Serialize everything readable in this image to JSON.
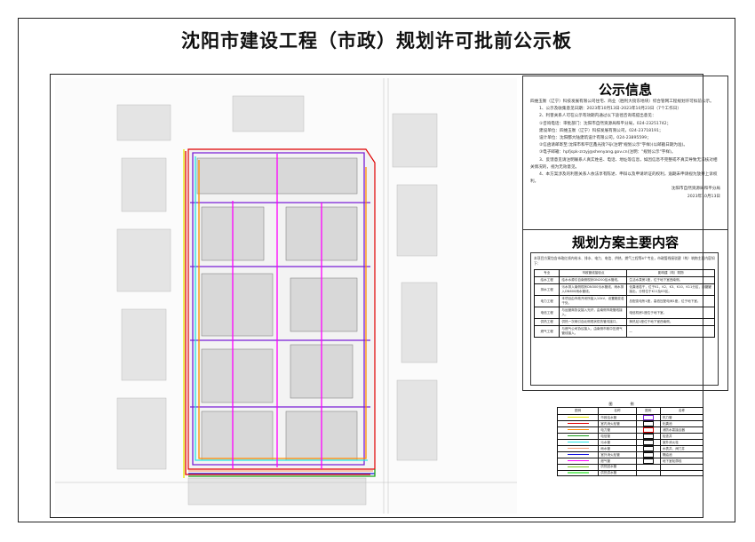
{
  "title": "沈阳市建设工程（市政）规划许可批前公示板",
  "notice": {
    "heading": "公示信息",
    "intro": "四维玉衡（辽宁）科技发展有限公司住宅、商业（胜利大街东地块）综合管网工程规划许可拟前公示。",
    "item1": "1、公示及收集意见日期：2023年10月13日-2023年10月23日（7个工作日）",
    "item2": "2、利害关系人可在公示有效期内通过以下途径咨询或提出意见：",
    "phone1": "①咨询电话：审批部门：沈阳市自然资源局和平分局，024-23251742；",
    "phone2": "建设单位：四维玉衡（辽宁）科技发展有限公司，024-23718191；",
    "phone3": "设计单位：沈阳都大陆建筑设计有限公司，024-23895599；",
    "mail": "②信函请邮寄至:沈阳市和平区鑫光街7号(注明\"规划公示\"字样)(以邮戳日期为准)。",
    "email": "③电子邮箱：hpfjspk-zrzyj@shenyang.gov.cn(注明：\"规划公示\"字样)。",
    "item3": "3、反馈意见请注明联系人真实姓名、电话、地址等信息，如因信息不完整或不真实导致无法核对相关情况的，视为无效意见。",
    "item4": "4、本方案涉及的利害关系人依法享有陈述、申辩以及申请听证的权利，逾期未申请视为放弃上诉权利。",
    "signer": "沈阳市自然资源局和平分局",
    "date": "2023年10月13日"
  },
  "plan": {
    "heading": "规划方案主要内容",
    "intro": "本项目方案包含市政红线内给水、排水、电力、电信、供热、燃气工程等6个专业，市政管线接驳建（构）筑物主要内容如下：",
    "headers": [
      "专业",
      "市政管线接驳点",
      "影响建（构）筑物"
    ],
    "rows": [
      {
        "name": "给水工程",
        "point": "给水水源引自南侧现状DN200给水管线。",
        "impact": "生活水泵房1座，位于地下室西南侧。"
      },
      {
        "name": "排水工程",
        "point": "污水排入南侧现状DN300污水管线，雨水排入DN600雨水管线。",
        "impact": "化粪池若干，位于K1、K2、K3、K10、K11分区，用罐罐接出，分别位于K11及K5区。"
      },
      {
        "name": "电力工程",
        "point": "本项目由市政开闭所接入10kV，设置箱变若干处。",
        "impact": "总配变电所1座，高低压配电间1座，位于地下室。"
      },
      {
        "name": "电信工程",
        "point": "与运营商协议接入光纤，由南侧市政管线接入。",
        "impact": "电信机房1座位于地下室。"
      },
      {
        "name": "供热工程",
        "point": "供热一次网引自北侧现状供热管沟接口。",
        "impact": "换热站1座位于地下室西南侧。"
      },
      {
        "name": "燃气工程",
        "point": "与燃气公司协议接入，由南侧市政中压燃气管线接入。",
        "impact": "—"
      }
    ]
  },
  "legend": {
    "title": "图例",
    "headers": [
      "图例",
      "名称",
      "图例",
      "名称"
    ],
    "items": [
      {
        "color": "#e8e800",
        "name": "市政给水管",
        "name2": "热力管",
        "color2": "#7a1fd6"
      },
      {
        "color": "#e00000",
        "name": "室内消火栓管",
        "name2": "化粪池",
        "color2": "#111"
      },
      {
        "color": "#ff8c00",
        "name": "电力管",
        "name2": "消防水泵接合器",
        "color2": "#c00"
      },
      {
        "color": "#1aa01a",
        "name": "电信管",
        "name2": "检查井",
        "color2": "#111"
      },
      {
        "color": "#22e6e6",
        "name": "污水管",
        "name2": "室外消火栓",
        "color2": "#111"
      },
      {
        "color": "#f5a07a",
        "name": "雨水管",
        "name2": "水表井、阀门井",
        "color2": "#111"
      },
      {
        "color": "#1010e0",
        "name": "室外消火栓管",
        "name2": "隔油池",
        "color2": "#111"
      },
      {
        "color": "#ff00ff",
        "name": "燃气管",
        "name2": "地下室轮廓线",
        "color2": "#111"
      },
      {
        "color": "#7acc22",
        "name": "供热回水管",
        "name2": "",
        "color2": ""
      },
      {
        "color": "#77ee77",
        "name": "供热供水管",
        "name2": "",
        "color2": ""
      }
    ]
  }
}
